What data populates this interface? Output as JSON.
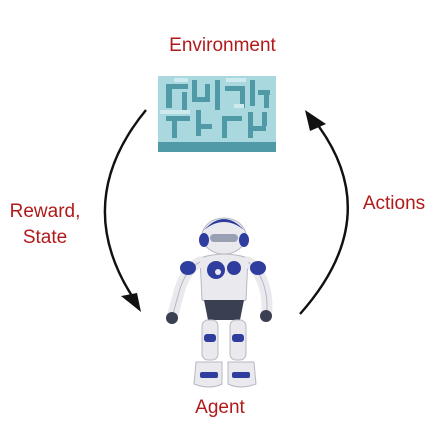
{
  "diagram": {
    "environment_label": "Environment",
    "agent_label": "Agent",
    "actions_label": "Actions",
    "reward_state_label": [
      "Reward,",
      "State"
    ]
  },
  "colors": {
    "label_text": "#b11a1a",
    "arrow": "#111111",
    "maze_top": "#a9d8df",
    "maze_side": "#4f9aa6",
    "robot_accent": "#2f3e9e",
    "robot_body": "#e9e9ee"
  },
  "icons": {
    "environment": "maze-icon",
    "agent": "humanoid-robot-icon"
  }
}
